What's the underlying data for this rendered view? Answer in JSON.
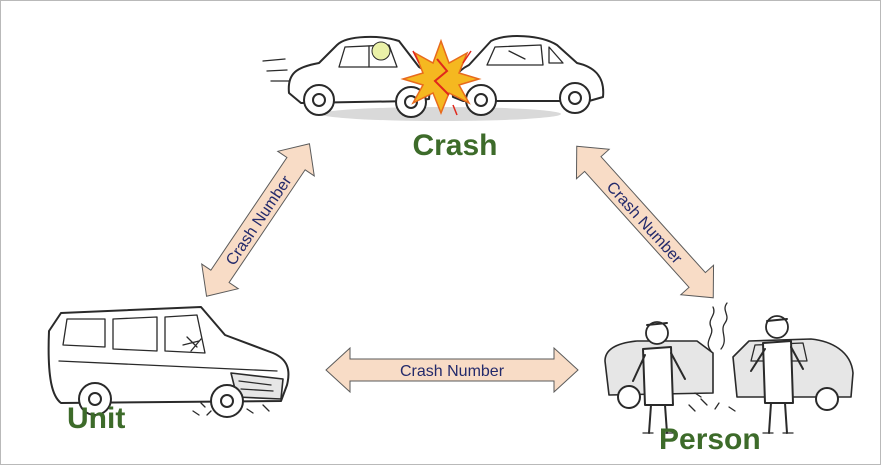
{
  "nodes": {
    "crash": {
      "label": "Crash"
    },
    "unit": {
      "label": "Unit"
    },
    "person": {
      "label": "Person"
    }
  },
  "relations": [
    {
      "from": "Crash",
      "to": "Unit",
      "label": "Crash Number"
    },
    {
      "from": "Crash",
      "to": "Person",
      "label": "Crash Number"
    },
    {
      "from": "Unit",
      "to": "Person",
      "label": "Crash Number"
    }
  ],
  "colors": {
    "label": "#3d6b2a",
    "arrow_fill": "#f8dcc6",
    "arrow_text": "#232a6b",
    "explosion": "#f5b820"
  }
}
